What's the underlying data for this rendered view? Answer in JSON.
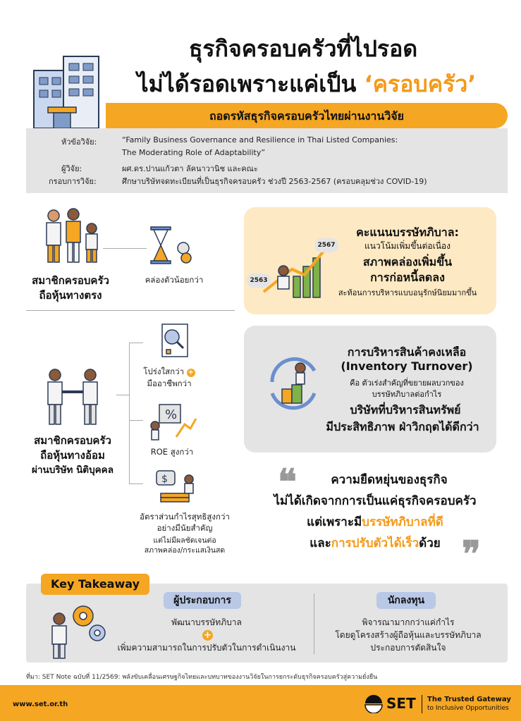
{
  "header": {
    "title_line1": "ธุรกิจครอบครัวที่ไปรอด",
    "title_line2_prefix": "ไม่ได้รอดเพราะแค่เป็น ",
    "title_line2_highlight": "‘ครอบครัว’",
    "banner": "ถอดรหัสธุรกิจครอบครัวไทยผ่านงานวิจัย"
  },
  "research": {
    "topic_label": "หัวข้อวิจัย:",
    "topic_line1": "“Family Business Governance and Resilience in Thai Listed Companies:",
    "topic_line2": "The Moderating Role of Adaptability”",
    "researcher_label": "ผู้วิจัย:",
    "researcher_value": "ผศ.ดร.ปานแก้วตา ลัคนาวานิช และคณะ",
    "scope_label": "กรอบการวิจัย:",
    "scope_value": "ศึกษาบริษัทจดทะเบียนที่เป็นธุรกิจครอบครัว ช่วงปี 2563-2567 (ครอบคลุมช่วง COVID-19)"
  },
  "direct": {
    "title_line1": "สมาชิกครอบครัว",
    "title_line2": "ถือหุ้นทางตรง",
    "effect": "คล่องตัวน้อยกว่า"
  },
  "indirect": {
    "title_line1": "สมาชิกครอบครัว",
    "title_line2": "ถือหุ้นทางอ้อม",
    "title_line3": "ผ่านบริษัท นิติบุคคล",
    "effect1_line1": "โปร่งใสกว่า",
    "effect1_line2": "มืออาชีพกว่า",
    "effect2": "ROE สูงกว่า",
    "effect3_line1": "อัตราส่วนกำไรสุทธิสูงกว่า",
    "effect3_line2": "อย่างมีนัยสำคัญ",
    "effect3_line3": "แต่ไม่มีผลชัดเจนต่อ",
    "effect3_line4": "สภาพคล่อง/กระแสเงินสด"
  },
  "card_governance": {
    "line1": "คะแนนบรรษัทภิบาล:",
    "line2": "แนวโน้มเพิ่มขึ้นต่อเนื่อง",
    "line3": "สภาพคล่องเพิ่มขึ้น",
    "line4": "การก่อหนี้ลดลง",
    "line5": "สะท้อนการบริหารแบบอนุรักษ์นิยมมากขึ้น",
    "year_start": "2563",
    "year_end": "2567"
  },
  "card_inventory": {
    "line1": "การบริหารสินค้าคงเหลือ",
    "line2": "(Inventory Turnover)",
    "line3": "คือ ตัวเร่งสำคัญที่ขยายผลบวกของ",
    "line4": "บรรษัทภิบาลต่อกำไร",
    "line5": "บริษัทที่บริหารสินทรัพย์",
    "line6": "มีประสิทธิภาพ ฝ่าวิกฤตได้ดีกว่า"
  },
  "quote": {
    "line1": "ความยืดหยุ่นของธุรกิจ",
    "line2": "ไม่ได้เกิดจากการเป็นแค่ธุรกิจครอบครัว",
    "line3_prefix": "แต่เพราะมี",
    "line3_highlight": "บรรษัทภิบาลที่ดี",
    "line4_prefix": "และ",
    "line4_highlight": "การปรับตัวได้เร็ว",
    "line4_suffix": "ด้วย"
  },
  "takeaway": {
    "badge": "Key Takeaway",
    "operator_label": "ผู้ประกอบการ",
    "operator_line1": "พัฒนาบรรษัทภิบาล",
    "operator_line2": "เพิ่มความสามารถในการปรับตัวในการดำเนินงาน",
    "investor_label": "นักลงทุน",
    "investor_line1": "พิจารณามากกว่าแค่กำไร",
    "investor_line2": "โดยดูโครงสร้างผู้ถือหุ้นและบรรษัทภิบาล",
    "investor_line3": "ประกอบการตัดสินใจ"
  },
  "footer": {
    "source": "ที่มา: SET Note ฉบับที่ 11/2569: พลังขับเคลื่อนเศรษฐกิจไทยและบทบาทของงานวิจัยในการยกระดับธุรกิจครอบครัวสู่ความยั่งยืน",
    "url": "www.set.or.th",
    "logo_text": "SET",
    "tagline1": "The Trusted Gateway",
    "tagline2": "to Inclusive Opportunities"
  },
  "colors": {
    "accent": "#f5a623",
    "highlight_text": "#f39a1a",
    "gray_box": "#e4e4e4",
    "peach_card": "#fde9c3",
    "pill_blue": "#b8c8e6"
  }
}
